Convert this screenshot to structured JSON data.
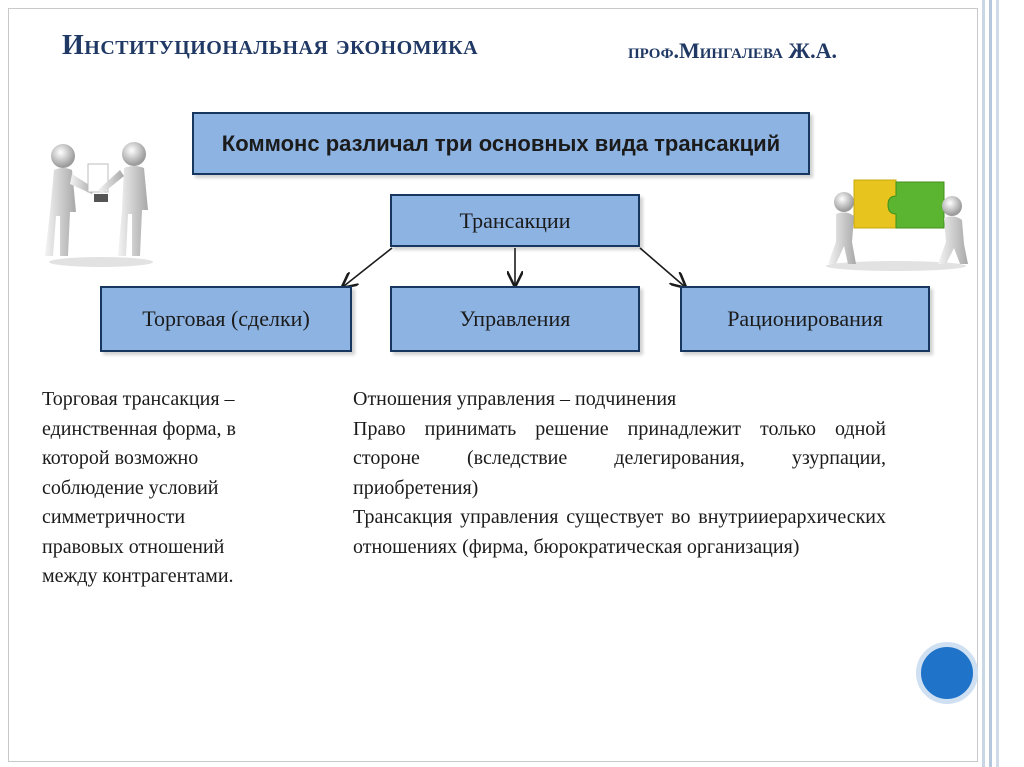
{
  "header": {
    "title": "Институциональная экономика",
    "author": "проф.Мингалева Ж.А."
  },
  "diagram": {
    "top_box": "Коммонс различал три основных вида трансакций",
    "root": "Трансакции",
    "children": [
      "Торговая (сделки)",
      "Управления",
      "Рационирования"
    ]
  },
  "text": {
    "left_lines": [
      "Торговая трансакция –",
      "единственная форма, в",
      "которой возможно",
      "соблюдение условий",
      "симметричности",
      "правовых отношений",
      "между контрагентами."
    ],
    "right_paragraphs": [
      "Отношения управления – подчинения",
      "Право принимать решение принадлежит только одной стороне (вследствие делегирования, узурпации, приобретения)",
      "Трансакция управления существует во внутрииерархических отношениях (фирма, бюрократическая организация)"
    ]
  },
  "images": {
    "left_illustration": "two-figures-exchanging-document",
    "right_illustration": "two-figures-carrying-puzzle-pieces"
  },
  "colors": {
    "box_fill": "#8db3e2",
    "box_border": "#17375e",
    "title": "#1f3864",
    "accent_circle": "#1f73c8"
  }
}
